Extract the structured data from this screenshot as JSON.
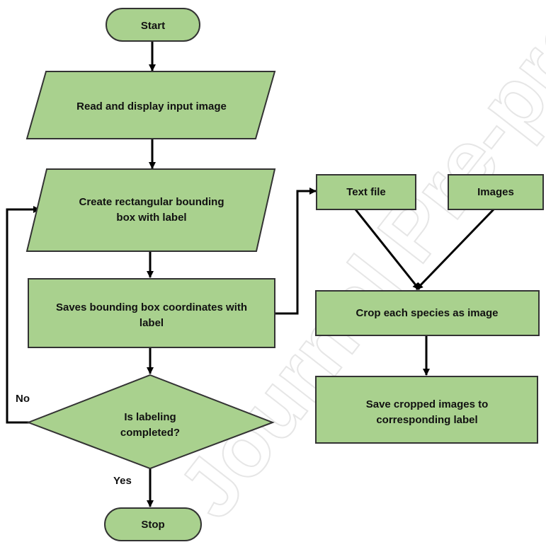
{
  "flowchart": {
    "nodes": {
      "start": {
        "shape": "terminal",
        "lines": [
          "Start"
        ]
      },
      "read": {
        "shape": "parallelogram",
        "lines": [
          "Read and display input image"
        ]
      },
      "create": {
        "shape": "parallelogram",
        "lines": [
          "Create rectangular bounding",
          "box with label"
        ]
      },
      "saves": {
        "shape": "process",
        "lines": [
          "Saves bounding box coordinates with",
          "label"
        ]
      },
      "decision": {
        "shape": "decision",
        "lines": [
          "Is labeling",
          "completed?"
        ]
      },
      "stop": {
        "shape": "terminal",
        "lines": [
          "Stop"
        ]
      },
      "textfile": {
        "shape": "process",
        "lines": [
          "Text file"
        ]
      },
      "images": {
        "shape": "process",
        "lines": [
          "Images"
        ]
      },
      "crop": {
        "shape": "process",
        "lines": [
          "Crop each species as image"
        ]
      },
      "savecropped": {
        "shape": "process",
        "lines": [
          "Save cropped images to",
          "corresponding label"
        ]
      }
    },
    "edge_labels": {
      "no": "No",
      "yes": "Yes"
    },
    "watermark": "Journal Pre-proof"
  },
  "colors": {
    "fill": "#a9d18e",
    "stroke": "#333333",
    "edge": "#000000"
  }
}
